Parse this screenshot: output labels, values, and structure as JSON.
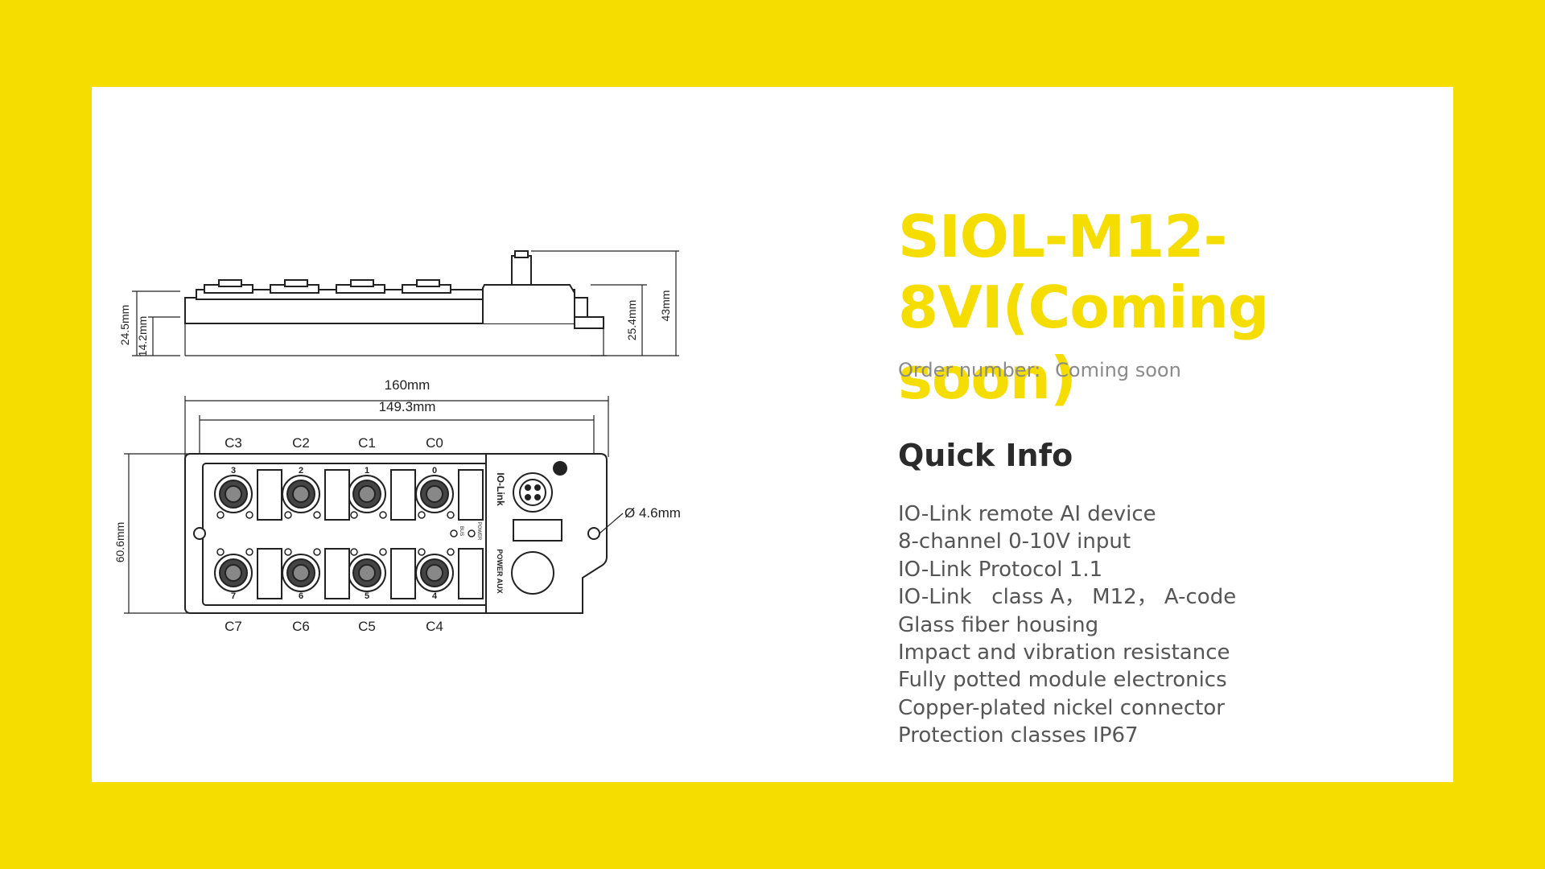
{
  "product": {
    "title": "SIOL-M12-8VI(Coming soon)",
    "order_label": "Order number:",
    "order_value": "Coming soon"
  },
  "quick_info": {
    "heading": "Quick Info",
    "items": [
      "IO-Link remote AI device",
      "8-channel 0-10V input",
      "IO-Link Protocol 1.1",
      "IO-Link   class A， M12， A-code",
      "Glass fiber housing",
      "Impact and vibration resistance",
      "Fully potted module electronics",
      "Copper-plated nickel connector",
      "Protection classes IP67"
    ]
  },
  "drawing": {
    "dim_height_total": "24.5mm",
    "dim_height_body": "14.2mm",
    "dim_height_right": "25.4mm",
    "dim_height_max": "43mm",
    "dim_length_total": "160mm",
    "dim_length_holes": "149.3mm",
    "dim_width": "60.6mm",
    "dim_hole": "Ø 4.6mm",
    "top_ports": [
      "C3",
      "C2",
      "C1",
      "C0"
    ],
    "bottom_ports": [
      "C7",
      "C6",
      "C5",
      "C4"
    ],
    "top_port_numbers": [
      "3",
      "2",
      "1",
      "0"
    ],
    "bottom_port_numbers": [
      "7",
      "6",
      "5",
      "4"
    ],
    "io_link_label": "IO-Link",
    "power_label": "POWER AUX",
    "led_label_1": "POWER",
    "led_label_2": "BUS"
  }
}
